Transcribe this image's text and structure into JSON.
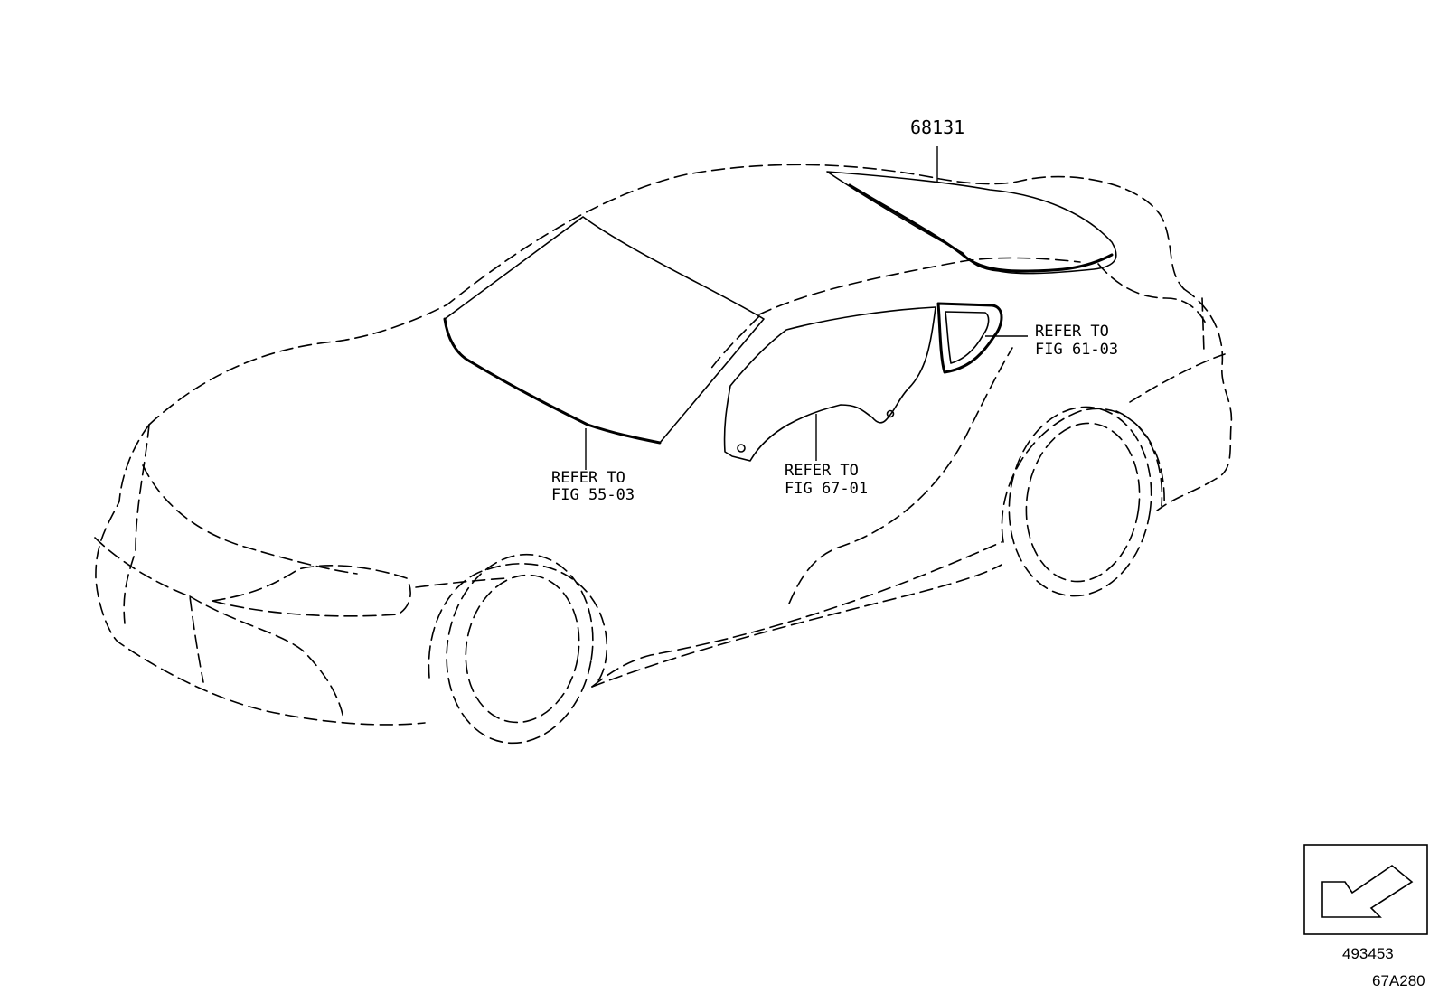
{
  "part_number": "68131",
  "callouts": [
    {
      "line1": "REFER TO",
      "line2": "FIG 55-03"
    },
    {
      "line1": "REFER TO",
      "line2": "FIG 67-01"
    },
    {
      "line1": "REFER TO",
      "line2": "FIG 61-03"
    }
  ],
  "orientation_icon": "front-direction-arrow-icon",
  "illustration_number": "493453",
  "figure_code": "67A280"
}
